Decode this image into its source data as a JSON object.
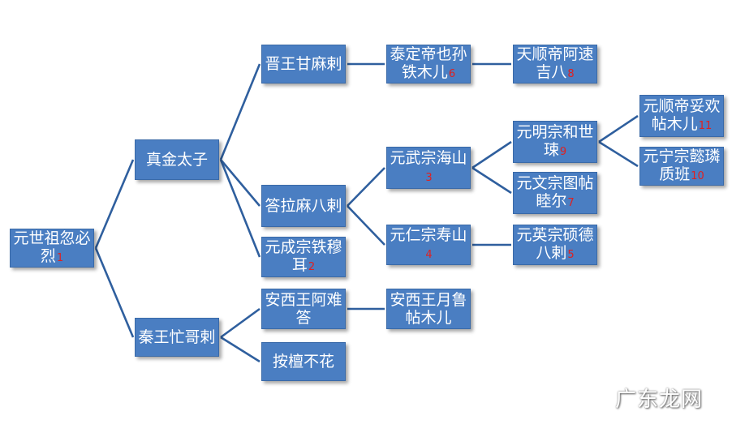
{
  "nodes": [
    {
      "id": "root",
      "label": "元世祖忽必烈",
      "num": "1"
    },
    {
      "id": "zhenjin",
      "label": "真金太子",
      "num": ""
    },
    {
      "id": "qinwang",
      "label": "秦王忙哥剌",
      "num": ""
    },
    {
      "id": "jinwang",
      "label": "晋王甘麻剌",
      "num": ""
    },
    {
      "id": "dalama",
      "label": "答拉麻八剌",
      "num": ""
    },
    {
      "id": "chengzong",
      "label": "元成宗铁穆耳",
      "num": "2"
    },
    {
      "id": "anxi",
      "label": "安西王阿难答",
      "num": ""
    },
    {
      "id": "antan",
      "label": "按檀不花",
      "num": ""
    },
    {
      "id": "taiding",
      "label": "泰定帝也孙铁木儿",
      "num": "6"
    },
    {
      "id": "wuzong",
      "label": "元武宗海山",
      "num": "3"
    },
    {
      "id": "renzong",
      "label": "元仁宗寿山",
      "num": "4"
    },
    {
      "id": "anxiyue",
      "label": "安西王月鲁帖木儿",
      "num": ""
    },
    {
      "id": "tianshun",
      "label": "天顺帝阿速吉八",
      "num": "8"
    },
    {
      "id": "mingzong",
      "label": "元明宗和世㻋",
      "num": "9"
    },
    {
      "id": "wenzong",
      "label": "元文宗图帖睦尔",
      "num": "7"
    },
    {
      "id": "yingzong",
      "label": "元英宗硕德八剌",
      "num": "5"
    },
    {
      "id": "shundi",
      "label": "元顺帝妥欢帖木儿",
      "num": "11"
    },
    {
      "id": "ningzong",
      "label": "元宁宗懿璘质班",
      "num": "10"
    }
  ],
  "edges": [
    [
      "root",
      "zhenjin"
    ],
    [
      "root",
      "qinwang"
    ],
    [
      "zhenjin",
      "jinwang"
    ],
    [
      "zhenjin",
      "dalama"
    ],
    [
      "zhenjin",
      "chengzong"
    ],
    [
      "qinwang",
      "anxi"
    ],
    [
      "qinwang",
      "antan"
    ],
    [
      "jinwang",
      "taiding"
    ],
    [
      "taiding",
      "tianshun"
    ],
    [
      "dalama",
      "wuzong"
    ],
    [
      "dalama",
      "renzong"
    ],
    [
      "wuzong",
      "mingzong"
    ],
    [
      "wuzong",
      "wenzong"
    ],
    [
      "renzong",
      "yingzong"
    ],
    [
      "mingzong",
      "shundi"
    ],
    [
      "mingzong",
      "ningzong"
    ],
    [
      "anxi",
      "anxiyue"
    ]
  ],
  "watermark": "广东龙网"
}
